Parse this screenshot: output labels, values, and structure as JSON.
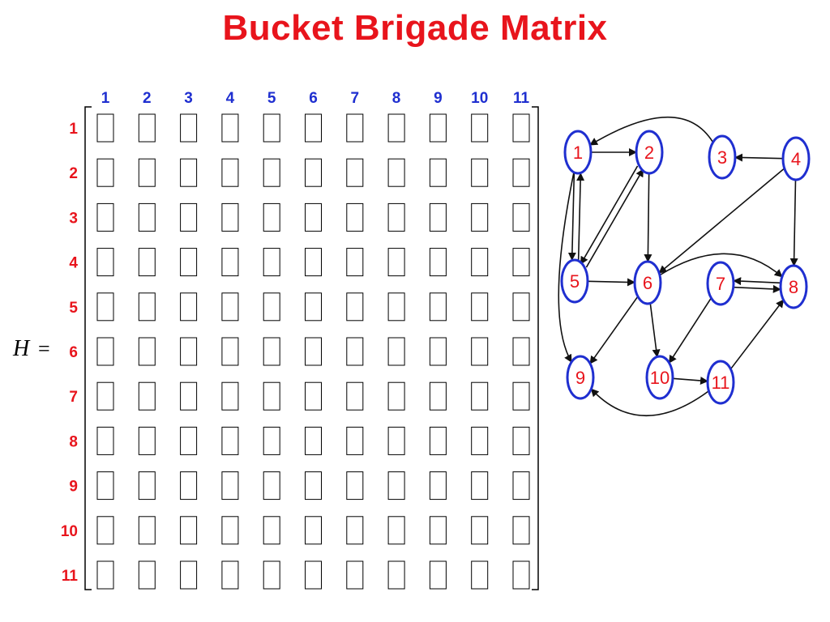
{
  "title": "Bucket Brigade Matrix",
  "colors": {
    "title": "#e8141c",
    "column_labels": "#1f2fd0",
    "row_labels": "#e8141c",
    "node_fill": "#ffffff",
    "node_stroke": "#1f2fd0",
    "node_text": "#e8141c",
    "edge": "#111111",
    "matrix_stroke": "#000000"
  },
  "matrix": {
    "name": "H",
    "equals": "=",
    "size": 11,
    "column_labels": [
      "1",
      "2",
      "3",
      "4",
      "5",
      "6",
      "7",
      "8",
      "9",
      "10",
      "11"
    ],
    "row_labels": [
      "1",
      "2",
      "3",
      "4",
      "5",
      "6",
      "7",
      "8",
      "9",
      "10",
      "11"
    ]
  },
  "graph": {
    "nodes": [
      {
        "id": 1,
        "label": "1"
      },
      {
        "id": 2,
        "label": "2"
      },
      {
        "id": 3,
        "label": "3"
      },
      {
        "id": 4,
        "label": "4"
      },
      {
        "id": 5,
        "label": "5"
      },
      {
        "id": 6,
        "label": "6"
      },
      {
        "id": 7,
        "label": "7"
      },
      {
        "id": 8,
        "label": "8"
      },
      {
        "id": 9,
        "label": "9"
      },
      {
        "id": 10,
        "label": "10"
      },
      {
        "id": 11,
        "label": "11"
      }
    ],
    "edges": [
      {
        "from": 1,
        "to": 2
      },
      {
        "from": 1,
        "to": 5
      },
      {
        "from": 5,
        "to": 1
      },
      {
        "from": 2,
        "to": 5
      },
      {
        "from": 5,
        "to": 2
      },
      {
        "from": 2,
        "to": 6
      },
      {
        "from": 3,
        "to": 1
      },
      {
        "from": 4,
        "to": 3
      },
      {
        "from": 4,
        "to": 6
      },
      {
        "from": 4,
        "to": 8
      },
      {
        "from": 5,
        "to": 6
      },
      {
        "from": 6,
        "to": 8
      },
      {
        "from": 6,
        "to": 9
      },
      {
        "from": 6,
        "to": 10
      },
      {
        "from": 7,
        "to": 8
      },
      {
        "from": 8,
        "to": 7
      },
      {
        "from": 7,
        "to": 10
      },
      {
        "from": 10,
        "to": 11
      },
      {
        "from": 11,
        "to": 8
      },
      {
        "from": 11,
        "to": 9
      },
      {
        "from": 1,
        "to": 9
      }
    ]
  }
}
